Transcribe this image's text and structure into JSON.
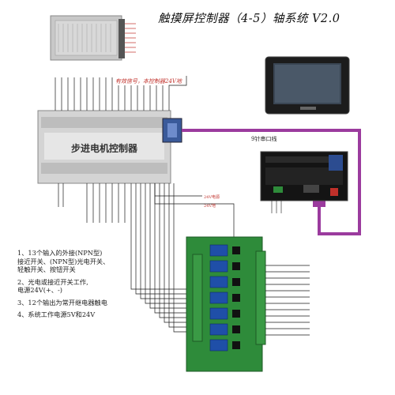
{
  "title": "触摸屏控制器（4-5）轴系统 V2.0",
  "controller": {
    "label": "步进电机控制器"
  },
  "annotations": {
    "valid_signal": "有效信号，本控制器24V地",
    "serial_cable": "9针串口线",
    "relay_power": "24V电源",
    "out_power": "24V地"
  },
  "notes": [
    "1、13个输入的外接(NPN型)\n接近开关、(NPN型)光电开关、\n轻触开关、按钮开关",
    "2、光电或接近开关工作,\n电源24V(+、-)",
    "3、12个输出为常开继电器触电",
    "4、系统工作电源5V和24V"
  ],
  "colors": {
    "wire": "#1a1a1a",
    "serial": "#9b3b9e",
    "board": "#2e8b3a",
    "relay": "#1f4fa8",
    "label": "#c0302a"
  }
}
